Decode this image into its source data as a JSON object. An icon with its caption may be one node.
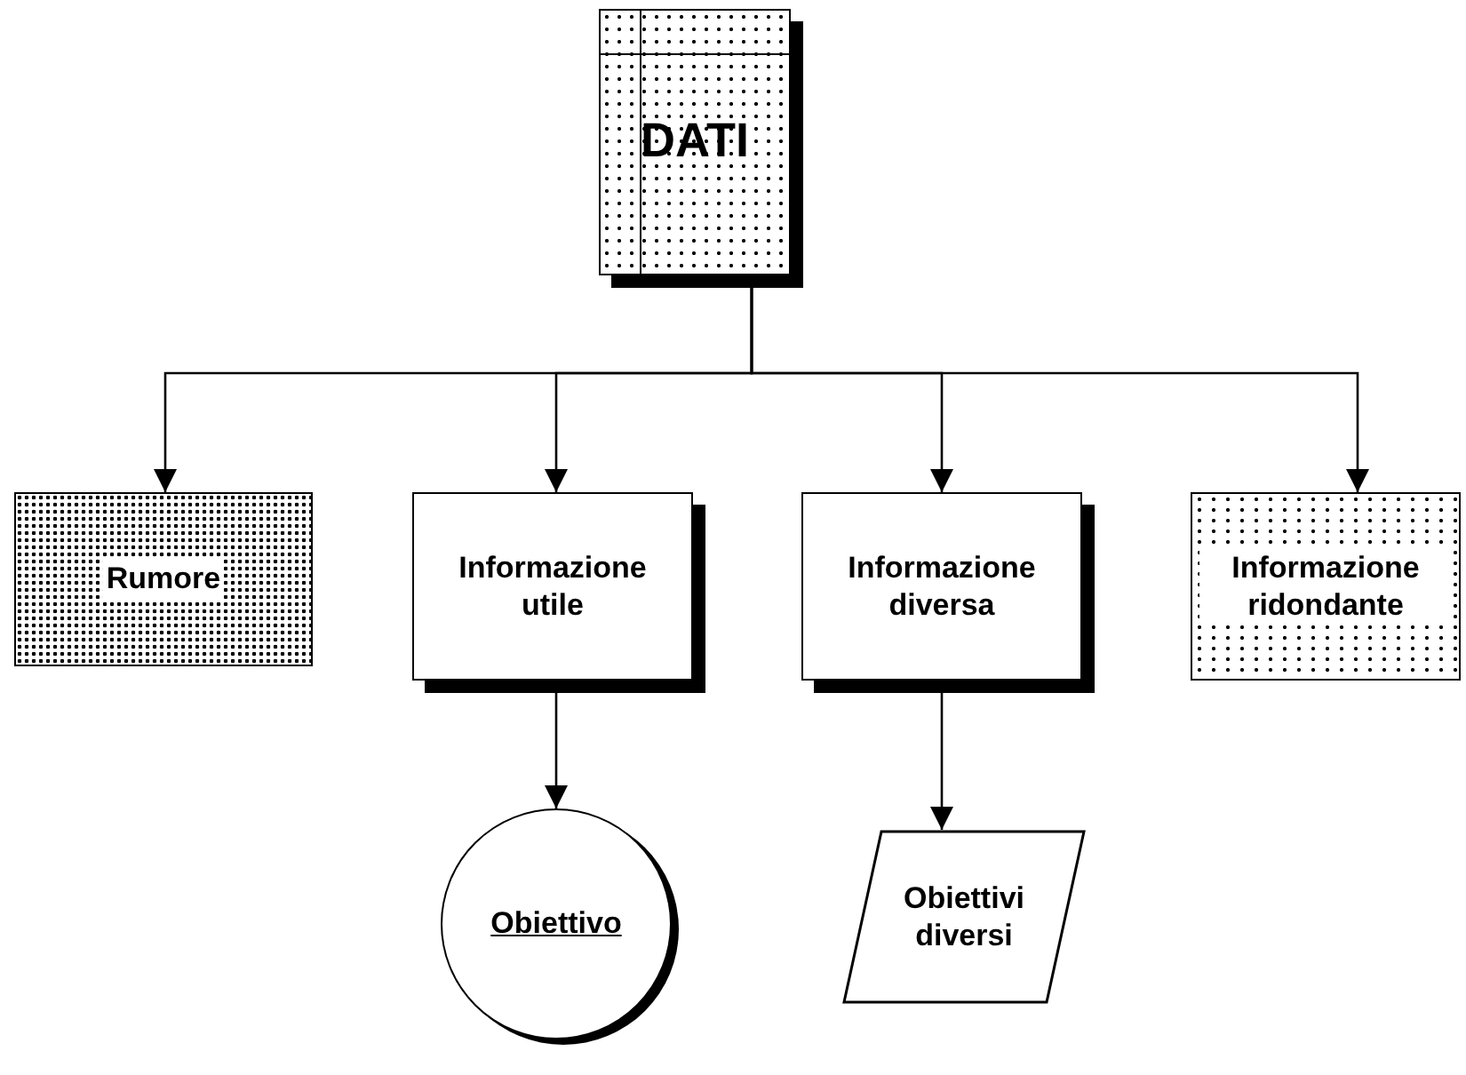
{
  "diagram": {
    "nodes": [
      {
        "text": [
          "DATI"
        ]
      },
      {
        "text": [
          "Rumore"
        ]
      },
      {
        "text": [
          "Informazione utile"
        ]
      },
      {
        "text": [
          "Informazione diversa"
        ]
      },
      {
        "text": [
          "Informazione ridondante"
        ]
      },
      {
        "text": [
          "Obiettivo"
        ]
      },
      {
        "text": [
          "Obiettivi diversi"
        ]
      }
    ],
    "edges": [
      {
        "from": 0,
        "to": 1,
        "arrow": "to"
      },
      {
        "from": 0,
        "to": 2,
        "arrow": "to"
      },
      {
        "from": 0,
        "to": 3,
        "arrow": "to"
      },
      {
        "from": 0,
        "to": 4,
        "arrow": "to"
      },
      {
        "from": 2,
        "to": 5,
        "arrow": "to"
      },
      {
        "from": 3,
        "to": 6,
        "arrow": "to"
      }
    ]
  }
}
